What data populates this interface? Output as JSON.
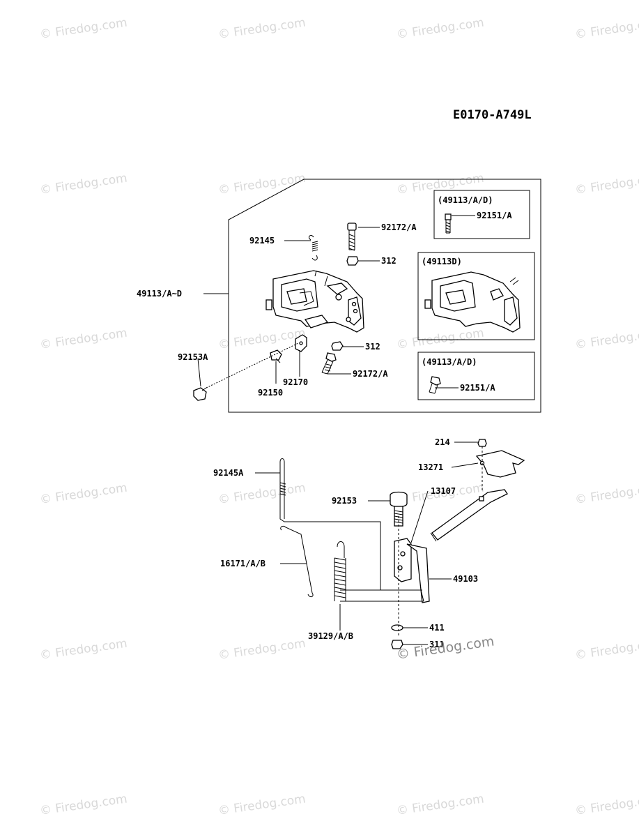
{
  "diagram_code": "E0170-A749L",
  "watermark": "© Firedog.com",
  "inset_labels": {
    "inset1_title": "(49113/A/D)",
    "inset2_title": "(49113D)",
    "inset3_title": "(49113/A/D)"
  },
  "callouts": {
    "c92172a_top": "92172/A",
    "c92145": "92145",
    "c312_top": "312",
    "c49113": "49113/A~D",
    "c312_mid": "312",
    "c92153a": "92153A",
    "c92172a_bot": "92172/A",
    "c92170": "92170",
    "c92150": "92150",
    "c92151a_1": "92151/A",
    "c92151a_2": "92151/A",
    "c214": "214",
    "c13271": "13271",
    "c92145a": "92145A",
    "c13107": "13107",
    "c92153": "92153",
    "c16171": "16171/A/B",
    "c49103": "49103",
    "c39129": "39129/A/B",
    "c411": "411",
    "c311": "311"
  }
}
